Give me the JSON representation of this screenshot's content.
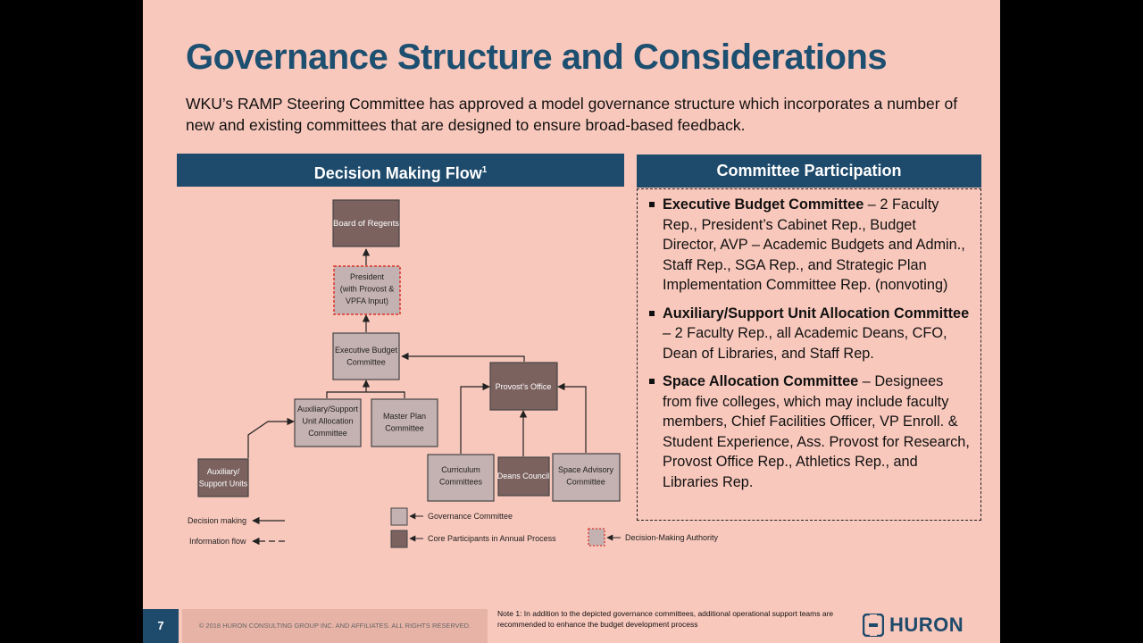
{
  "title": "Governance Structure and Considerations",
  "intro": "WKU’s RAMP Steering Committee has approved a model governance structure which incorporates a number of new and existing committees that are designed to ensure broad-based feedback.",
  "left_header": {
    "text": "Decision Making Flow",
    "sup": "1"
  },
  "right_header": "Committee Participation",
  "participation": [
    {
      "name": "Executive Budget Committee",
      "desc": " – 2 Faculty Rep., President’s Cabinet Rep., Budget Director, AVP – Academic Budgets and Admin., Staff Rep., SGA Rep., and Strategic Plan Implementation Committee Rep. (nonvoting)"
    },
    {
      "name": "Auxiliary/Support Unit Allocation Committee",
      "desc": " – 2 Faculty Rep., all Academic Deans, CFO, Dean of Libraries, and Staff Rep."
    },
    {
      "name": "Space Allocation Committee",
      "desc": " – Designees from five colleges, which may include faculty members, Chief Facilities Officer, VP Enroll. & Student Experience, Ass. Provost for Research, Provost Office Rep., Athletics Rep., and Libraries Rep."
    }
  ],
  "diagram": {
    "board": [
      "Board of Regents"
    ],
    "president": [
      "President",
      "(with Provost &",
      "VPFA Input)"
    ],
    "exec": [
      "Executive Budget",
      "Committee"
    ],
    "provost": [
      "Provost’s Office"
    ],
    "aux_committee": [
      "Auxiliary/Support",
      "Unit Allocation",
      "Committee"
    ],
    "master_plan": [
      "Master Plan",
      "Committee"
    ],
    "aux_units": [
      "Auxiliary/",
      "Support Units"
    ],
    "curriculum": [
      "Curriculum",
      "Committees"
    ],
    "deans": [
      "Deans Council"
    ],
    "space": [
      "Space Advisory",
      "Committee"
    ]
  },
  "legend": {
    "decision_making": "Decision making",
    "information_flow": "Information flow",
    "governance": "Governance Committee",
    "core": "Core Participants in Annual Process",
    "authority": "Decision-Making Authority"
  },
  "colors": {
    "light": "#c4b1b1",
    "dark": "#7b625f",
    "navy": "#1e4a6b",
    "authority_border": "#d9342b"
  },
  "footer": {
    "page": "7",
    "copyright": "© 2018 HURON CONSULTING GROUP INC. AND AFFILIATES. ALL RIGHTS RESERVED.",
    "note": "Note 1: In addition to the depicted governance committees, additional operational support teams are recommended to enhance the budget development process",
    "logo": "HURON"
  }
}
